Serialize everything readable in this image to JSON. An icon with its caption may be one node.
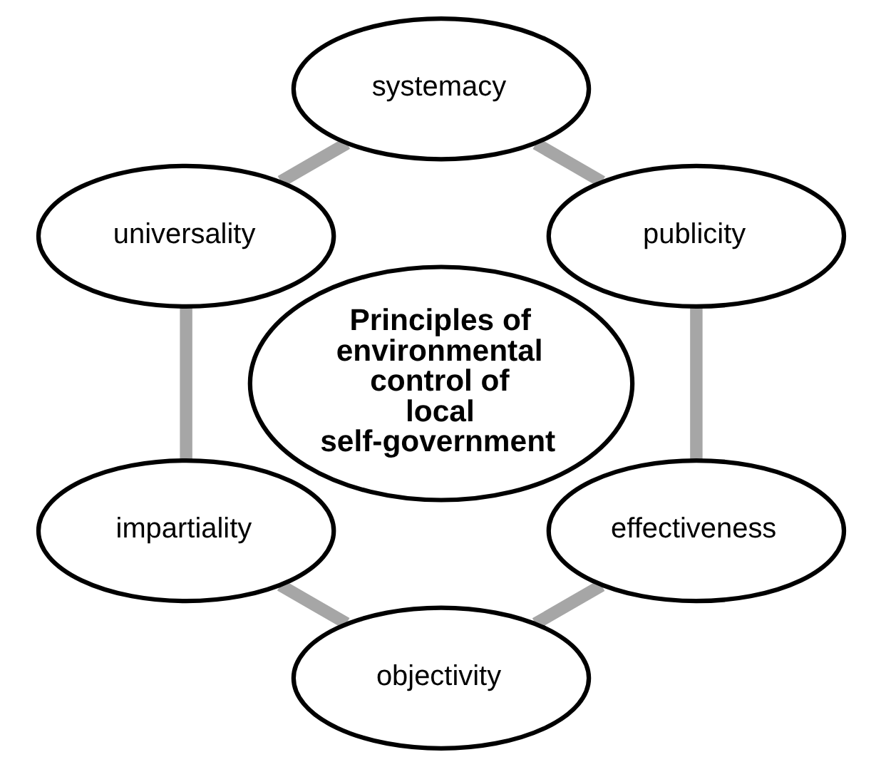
{
  "diagram": {
    "nodes": [
      {
        "text": [
          "Principles of environmental control of local self-government"
        ]
      },
      {
        "text": [
          "publicity"
        ]
      },
      {
        "text": [
          "systemacy"
        ]
      },
      {
        "text": [
          "universality"
        ]
      },
      {
        "text": [
          "impartiality"
        ]
      },
      {
        "text": [
          "objectivity"
        ]
      },
      {
        "text": [
          "effectiveness"
        ]
      }
    ],
    "edges": [
      {
        "from": 1,
        "to": 2,
        "arrow": "none"
      },
      {
        "from": 2,
        "to": 3,
        "arrow": "none"
      },
      {
        "from": 3,
        "to": 4,
        "arrow": "none"
      },
      {
        "from": 4,
        "to": 5,
        "arrow": "none"
      },
      {
        "from": 5,
        "to": 6,
        "arrow": "none"
      },
      {
        "from": 6,
        "to": 1,
        "arrow": "none"
      }
    ]
  }
}
